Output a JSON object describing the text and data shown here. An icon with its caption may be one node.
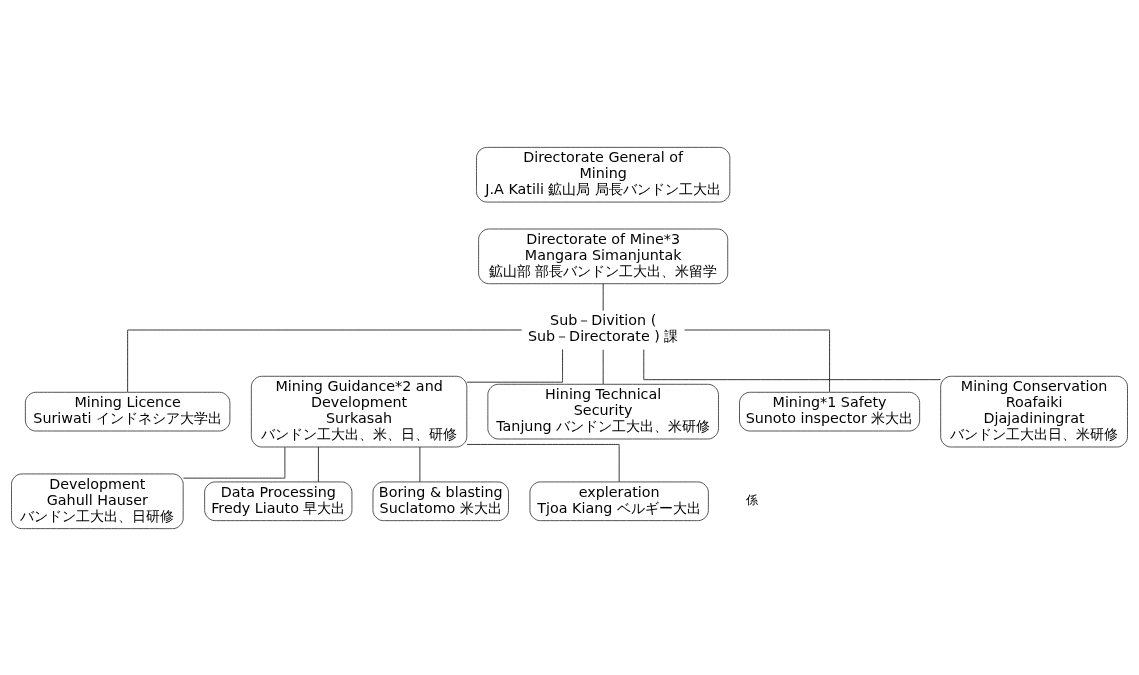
{
  "diagram": {
    "nodes": [
      {
        "text": [
          "Directorate General of Mining",
          "J.A Katili 鉱山局 局長バンドン工大出"
        ]
      },
      {
        "text": [
          "Directorate of Mine*3",
          "Mangara Simanjuntak 鉱山部 部長バンドン工大出、米留学"
        ]
      },
      {
        "text": [
          "Sub－Divition ( Sub－Directorate ) 課"
        ]
      },
      {
        "text": [
          "Mining Licence",
          "Suriwati インドネシア大学出"
        ]
      },
      {
        "text": [
          "Mining Guidance*2 and Development",
          "Surkasah バンドン工大出、米、日、研修"
        ]
      },
      {
        "text": [
          "Hining Technical Security",
          "Tanjung バンドン工大出、米研修"
        ]
      },
      {
        "text": [
          "Mining*1 Safety",
          "Sunoto inspector 米大出"
        ]
      },
      {
        "text": [
          "Mining Conservation",
          "Roafaiki Djajadiningrat バンドン工大出日、米研修"
        ]
      },
      {
        "text": [
          "Development",
          "Gahull Hauser バンドン工大出、日研修"
        ]
      },
      {
        "text": [
          "Data Processing",
          "Fredy Liauto 早大出"
        ]
      },
      {
        "text": [
          "Boring & blasting",
          "Suclatomo 米大出"
        ]
      },
      {
        "text": [
          "expleration",
          "Tjoa Kiang ベルギー大出"
        ]
      }
    ],
    "edges": [
      {
        "from": 1,
        "to": 2,
        "arrow": "none"
      },
      {
        "from": 2,
        "to": 3,
        "arrow": "none"
      },
      {
        "from": 2,
        "to": 4,
        "arrow": "none"
      },
      {
        "from": 2,
        "to": 5,
        "arrow": "none"
      },
      {
        "from": 2,
        "to": 6,
        "arrow": "none"
      },
      {
        "from": 2,
        "to": 7,
        "arrow": "none"
      },
      {
        "from": 4,
        "to": 8,
        "arrow": "none"
      },
      {
        "from": 4,
        "to": 9,
        "arrow": "none"
      },
      {
        "from": 4,
        "to": 10,
        "arrow": "none"
      },
      {
        "from": 4,
        "to": 11,
        "arrow": "none"
      }
    ],
    "labels": [
      "係"
    ]
  }
}
